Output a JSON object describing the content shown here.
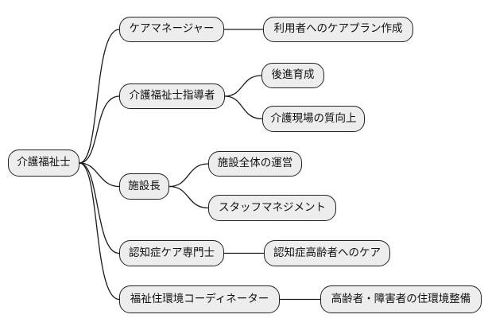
{
  "diagram": {
    "type": "mindmap",
    "root": {
      "label": "介護福祉士"
    },
    "branches": [
      {
        "label": "ケアマネージャー",
        "children": [
          {
            "label": "利用者へのケアプラン作成"
          }
        ]
      },
      {
        "label": "介護福祉士指導者",
        "children": [
          {
            "label": "後進育成"
          },
          {
            "label": "介護現場の質向上"
          }
        ]
      },
      {
        "label": "施設長",
        "children": [
          {
            "label": "施設全体の運営"
          },
          {
            "label": "スタッフマネジメント"
          }
        ]
      },
      {
        "label": "認知症ケア専門士",
        "children": [
          {
            "label": "認知症高齢者へのケア"
          }
        ]
      },
      {
        "label": "福祉住環境コーディネーター",
        "children": [
          {
            "label": "高齢者・障害者の住環境整備"
          }
        ]
      }
    ]
  },
  "colors": {
    "background": "#ffffff",
    "node_fill": "#ededed",
    "node_border": "#222222",
    "line": "#1a1a1a",
    "text": "#111111"
  }
}
